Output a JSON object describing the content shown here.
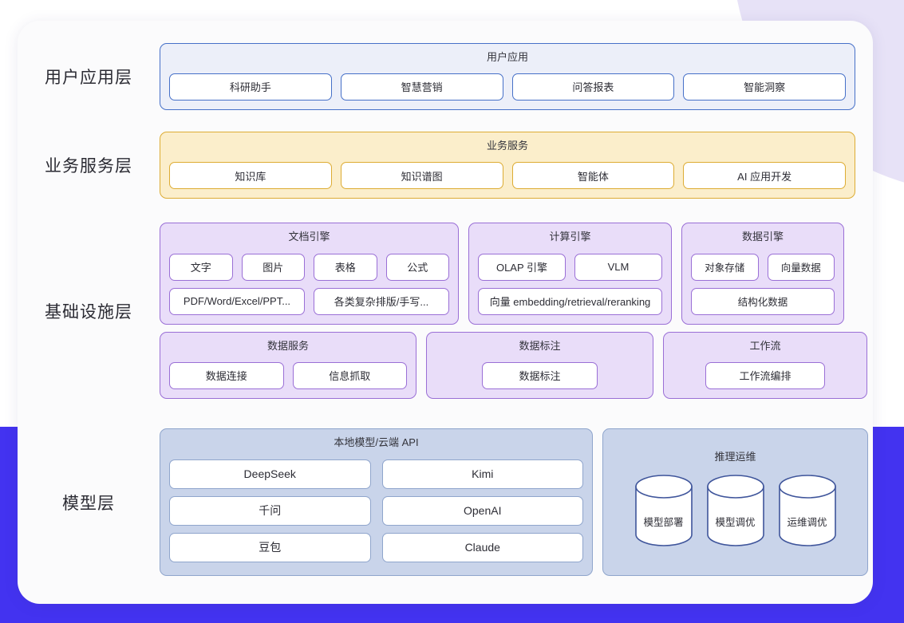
{
  "theme": {
    "background": "#ffffff",
    "card_background": "#fbfbfc",
    "deco_topright": "#e7e2f7",
    "deco_bottomband": "#4333f0",
    "blue_panel": "#eceff9",
    "blue_border": "#4670c8",
    "yellow_panel": "#fbeecb",
    "yellow_border": "#ddac33",
    "purple_panel": "#e9ddf9",
    "purple_border": "#9a6fd6",
    "steel_panel": "#c9d4ea",
    "steel_border": "#8fa5cc",
    "cylinder_border": "#3f559b"
  },
  "layers": {
    "user_application": {
      "label": "用户应用层",
      "panel_title": "用户应用",
      "items": [
        "科研助手",
        "智慧营销",
        "问答报表",
        "智能洞察"
      ]
    },
    "business_service": {
      "label": "业务服务层",
      "panel_title": "业务服务",
      "items": [
        "知识库",
        "知识谱图",
        "智能体",
        "AI 应用开发"
      ]
    },
    "infrastructure": {
      "label": "基础设施层",
      "panels_row1": [
        {
          "title": "文档引擎",
          "row1": [
            "文字",
            "图片",
            "表格",
            "公式"
          ],
          "row2": [
            "PDF/Word/Excel/PPT...",
            "各类复杂排版/手写..."
          ]
        },
        {
          "title": "计算引擎",
          "row1": [
            "OLAP 引擎",
            "VLM"
          ],
          "row2": [
            "向量 embedding/retrieval/reranking"
          ]
        },
        {
          "title": "数据引擎",
          "row1": [
            "对象存储",
            "向量数据"
          ],
          "row2": [
            "结构化数据"
          ]
        }
      ],
      "panels_row2": [
        {
          "title": "数据服务",
          "row1": [
            "数据连接",
            "信息抓取"
          ]
        },
        {
          "title": "数据标注",
          "row1": [
            "数据标注"
          ]
        },
        {
          "title": "工作流",
          "row1": [
            "工作流编排"
          ]
        }
      ]
    },
    "model": {
      "label": "模型层",
      "models_panel": {
        "title": "本地模型/云端 API",
        "rows": [
          [
            "DeepSeek",
            "Kimi"
          ],
          [
            "千问",
            "OpenAI"
          ],
          [
            "豆包",
            "Claude"
          ]
        ]
      },
      "ops_panel": {
        "title": "推理运维",
        "cylinders": [
          "模型部署",
          "模型调优",
          "运维调优"
        ]
      }
    }
  }
}
